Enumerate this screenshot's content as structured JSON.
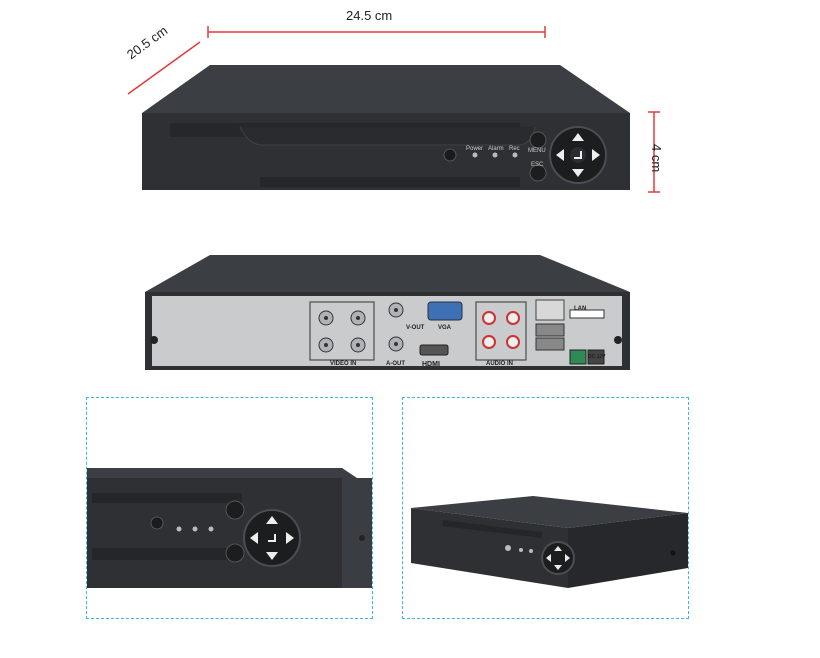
{
  "dimensions": {
    "width": "24.5 cm",
    "depth": "20.5 cm",
    "height": "4 cm",
    "line_color": "#e23a3a"
  },
  "front_panel": {
    "led_power": "Power",
    "led_alarm": "Alarm",
    "led_rec": "Rec",
    "menu_label": "MENU",
    "esc_label": "ESC"
  },
  "rear_panel": {
    "video_in": "VIDEO IN",
    "a_out": "A-OUT",
    "v_out": "V-OUT",
    "vga": "VGA",
    "hdmi": "HDMI",
    "audio_in": "AUDIO IN",
    "lan": "LAN",
    "power": "DC 12V"
  },
  "colors": {
    "case_dark": "#2e3033",
    "case_top": "#3b3e42",
    "panel_gray": "#c9cbcc",
    "frame_blue": "#38b6e6"
  }
}
